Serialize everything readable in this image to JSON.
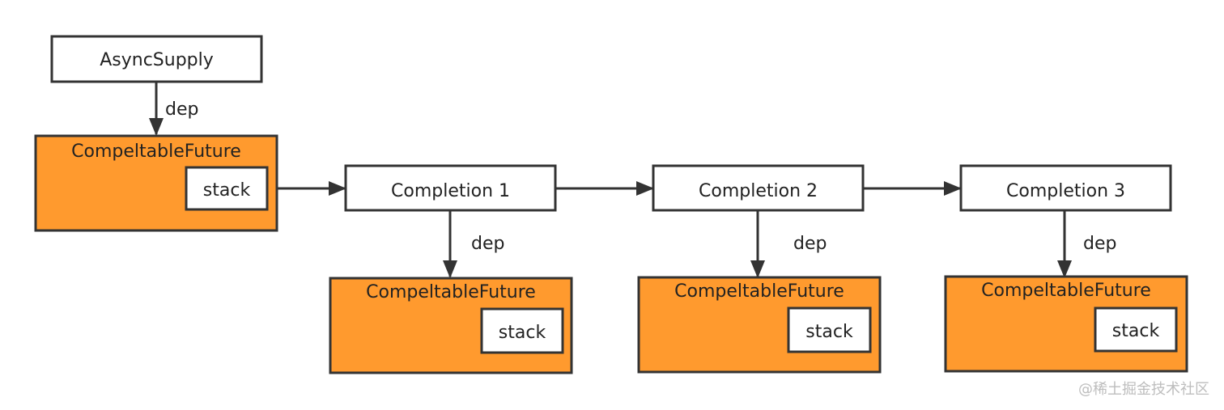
{
  "colors": {
    "future_fill": "#FF9A2E",
    "box_fill": "#FFFFFF",
    "stroke": "#333333",
    "watermark": "#BDBDBD"
  },
  "nodes": {
    "async_supply": {
      "label": "AsyncSupply"
    },
    "future_root": {
      "label": "CompeltableFuture",
      "stack_label": "stack"
    },
    "completion_1": {
      "label": "Completion 1"
    },
    "completion_2": {
      "label": "Completion 2"
    },
    "completion_3": {
      "label": "Completion 3"
    },
    "future_1": {
      "label": "CompeltableFuture",
      "stack_label": "stack"
    },
    "future_2": {
      "label": "CompeltableFuture",
      "stack_label": "stack"
    },
    "future_3": {
      "label": "CompeltableFuture",
      "stack_label": "stack"
    }
  },
  "edges": {
    "supply_to_root": {
      "label": "dep"
    },
    "c1_to_future1": {
      "label": "dep"
    },
    "c2_to_future2": {
      "label": "dep"
    },
    "c3_to_future3": {
      "label": "dep"
    }
  },
  "watermark": {
    "text": "@稀土掘金技术社区"
  }
}
